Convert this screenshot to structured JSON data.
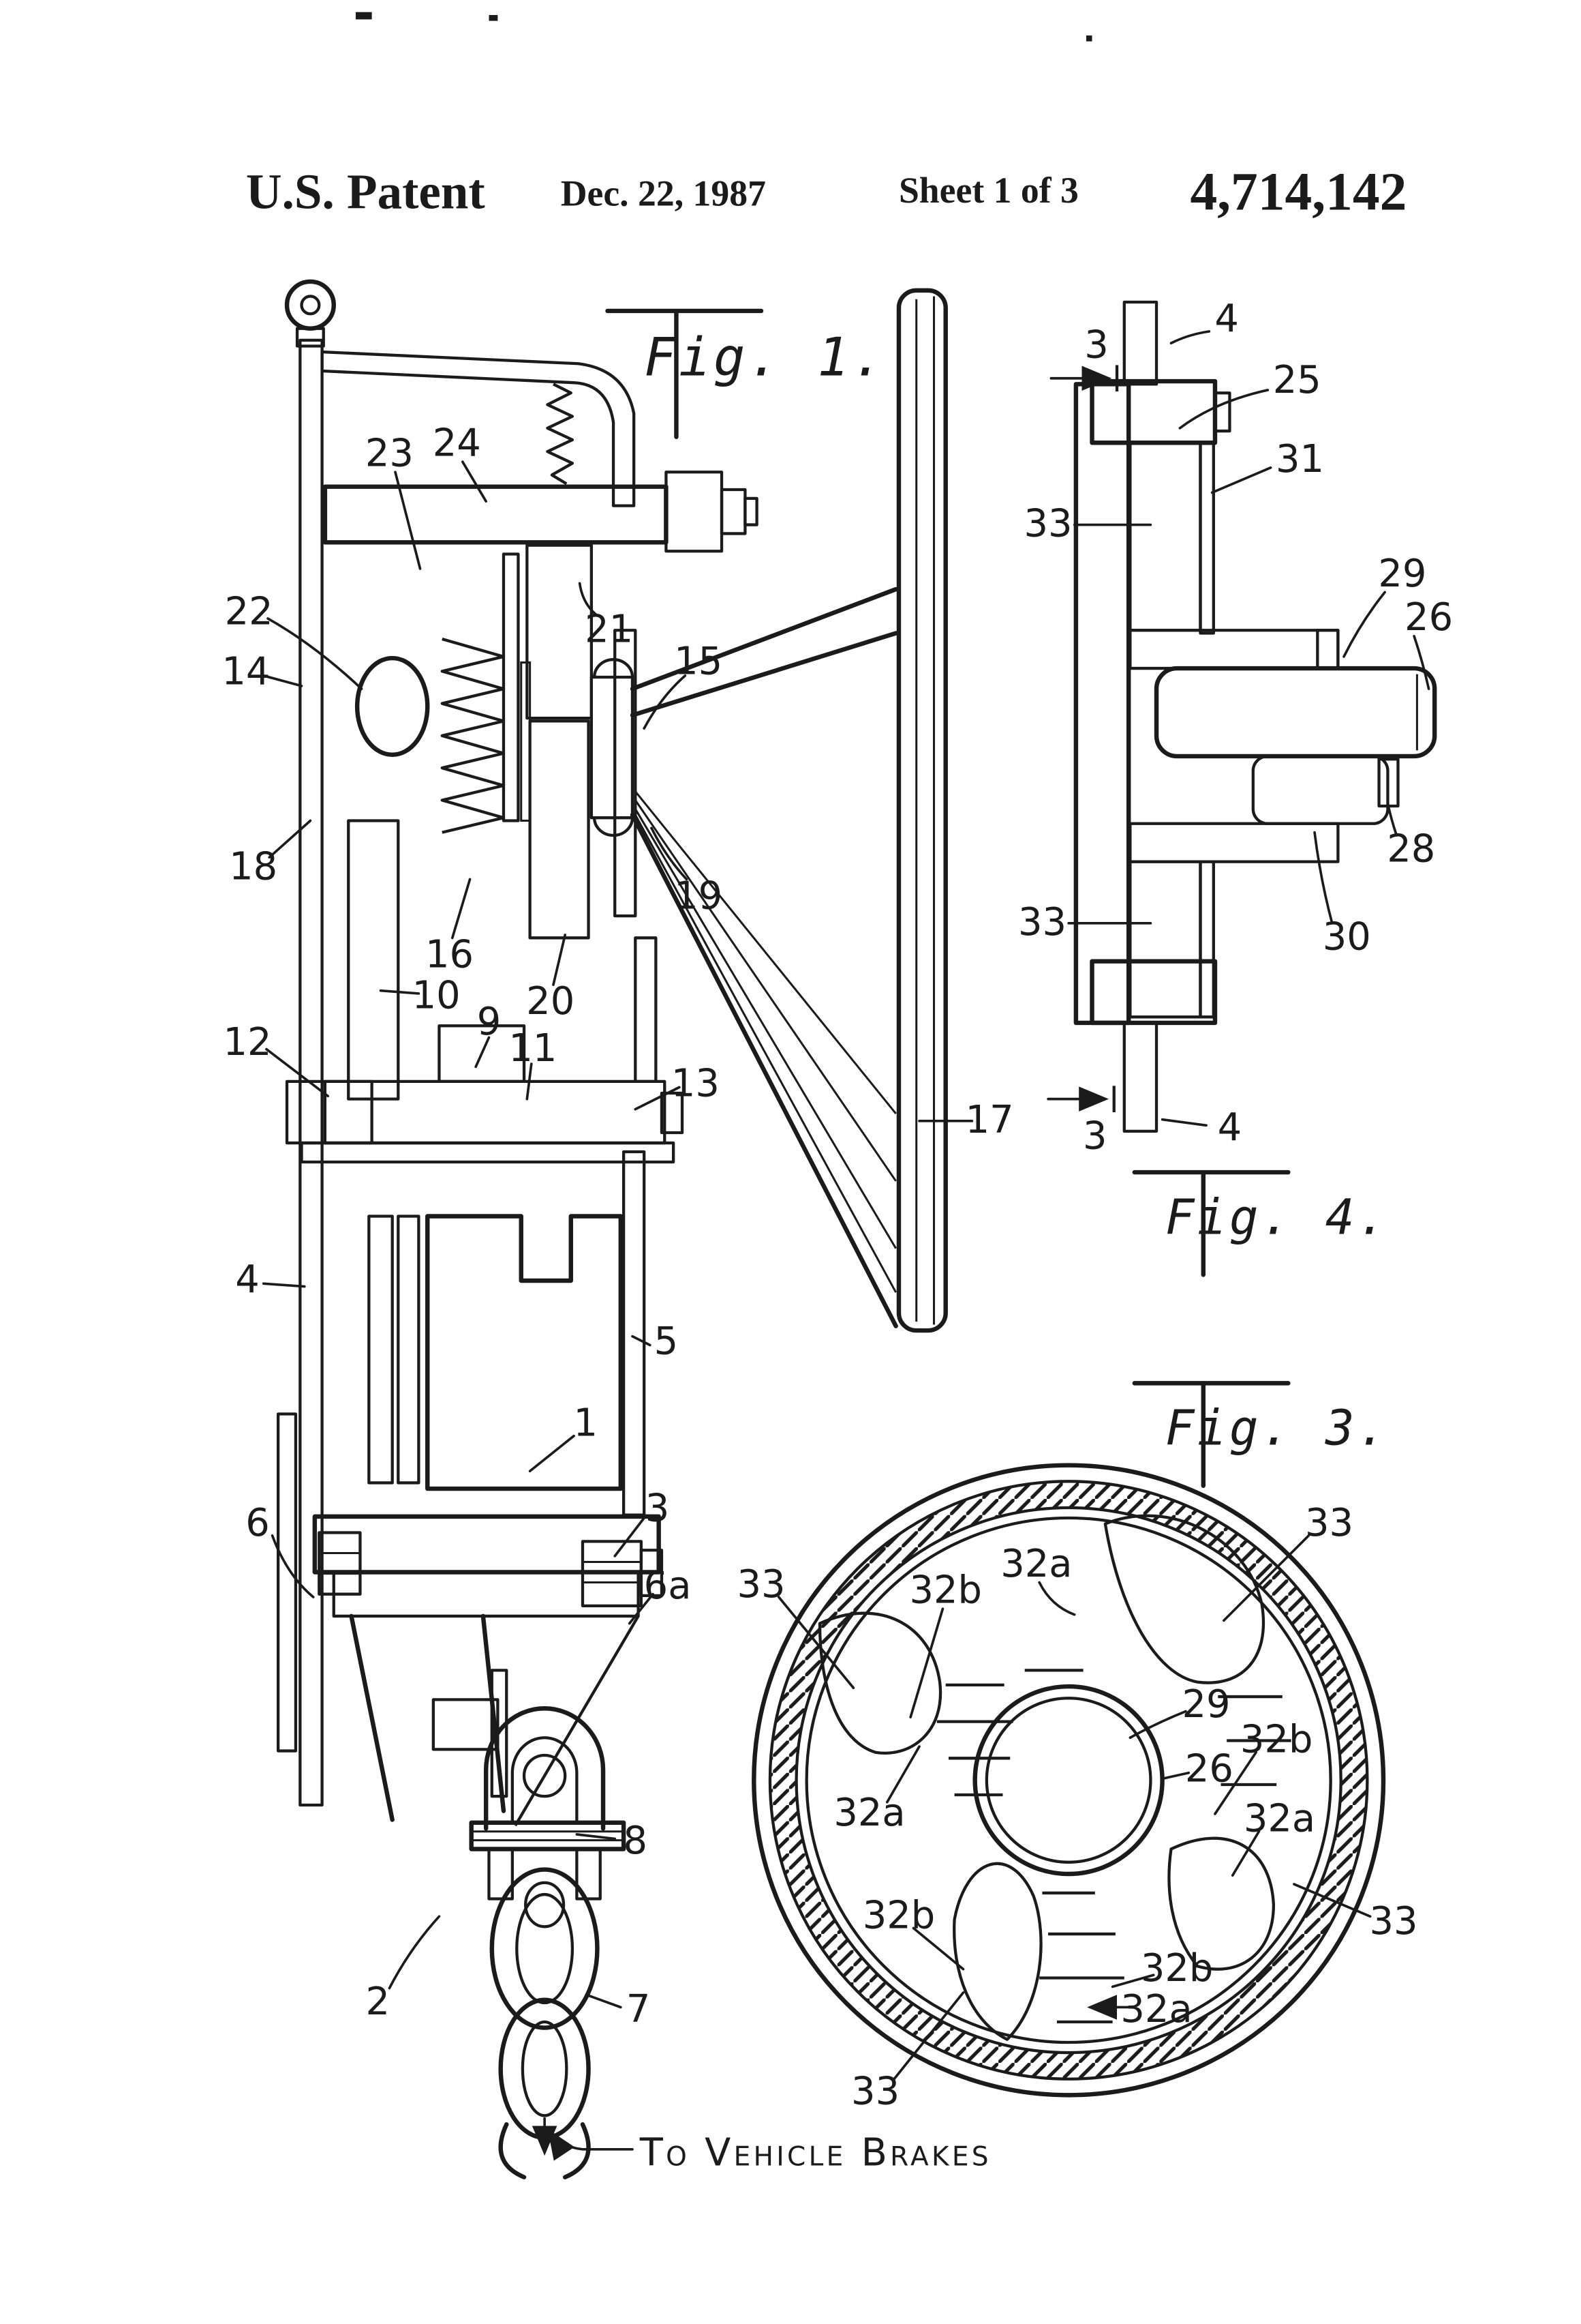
{
  "page": {
    "background": "#ffffff",
    "ink": "#1b1b1b"
  },
  "header": {
    "publication": "U.S. Patent",
    "date": "Dec. 22, 1987",
    "sheet": "Sheet 1 of 3",
    "patent_number": "4,714,142"
  },
  "fig1": {
    "caption": "Fig. 1.",
    "note": "To Vehicle Brakes",
    "labels": [
      "23",
      "24",
      "21",
      "22",
      "14",
      "15",
      "18",
      "16",
      "19",
      "10",
      "20",
      "9",
      "11",
      "12",
      "13",
      "17",
      "4",
      "5",
      "1",
      "6",
      "3",
      "6a",
      "8",
      "2",
      "7"
    ]
  },
  "fig4": {
    "caption": "Fig. 4.",
    "labels": [
      "3",
      "4",
      "25",
      "31",
      "33",
      "29",
      "26",
      "28",
      "30",
      "33",
      "3",
      "4"
    ]
  },
  "fig3": {
    "caption": "Fig. 3.",
    "labels": [
      "33",
      "32b",
      "32a",
      "33",
      "29",
      "32b",
      "26",
      "32a",
      "32a",
      "32b",
      "32b",
      "32a",
      "33",
      "33"
    ]
  }
}
